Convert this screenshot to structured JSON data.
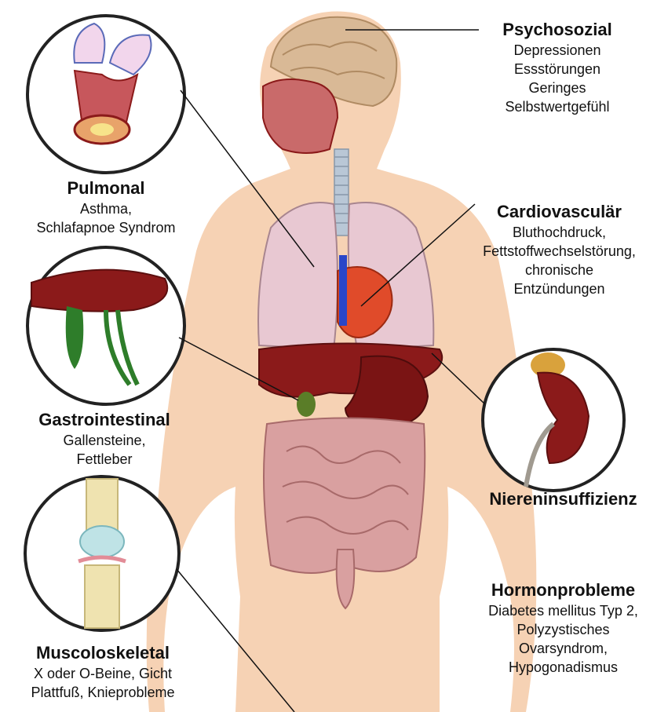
{
  "labels": {
    "psychosozial": {
      "title": "Psychosozial",
      "lines": [
        "Depressionen",
        "Essstörungen",
        "Geringes",
        "Selbstwertgefühl"
      ]
    },
    "pulmonal": {
      "title": "Pulmonal",
      "lines": [
        "Asthma,",
        "Schlafapnoe Syndrom"
      ]
    },
    "cardiovascular": {
      "title": "Cardiovasculär",
      "lines": [
        "Bluthochdruck,",
        "Fettstoffwechselstörung,",
        "chronische",
        "Entzündungen"
      ]
    },
    "gastrointestinal": {
      "title": "Gastrointestinal",
      "lines": [
        "Gallensteine,",
        "Fettleber"
      ]
    },
    "niereninsuffizienz": {
      "title": "Niereninsuffizienz",
      "lines": []
    },
    "hormonprobleme": {
      "title": "Hormonprobleme",
      "lines": [
        "Diabetes mellitus Typ 2,",
        "Polyzystisches",
        "Ovarsyndrom,",
        "Hypogonadismus"
      ]
    },
    "muscoloskeletal": {
      "title": "Muscoloskeletal",
      "lines": [
        "X oder O-Beine, Gicht",
        "Plattfuß, Knieprobleme"
      ]
    }
  },
  "colors": {
    "skin": "#f6d2b4",
    "organ_red": "#8b1a1a",
    "lung": "#e8c8d2",
    "intestine": "#d9a0a0",
    "brain": "#d9b996",
    "trachea": "#b9c7d6"
  }
}
